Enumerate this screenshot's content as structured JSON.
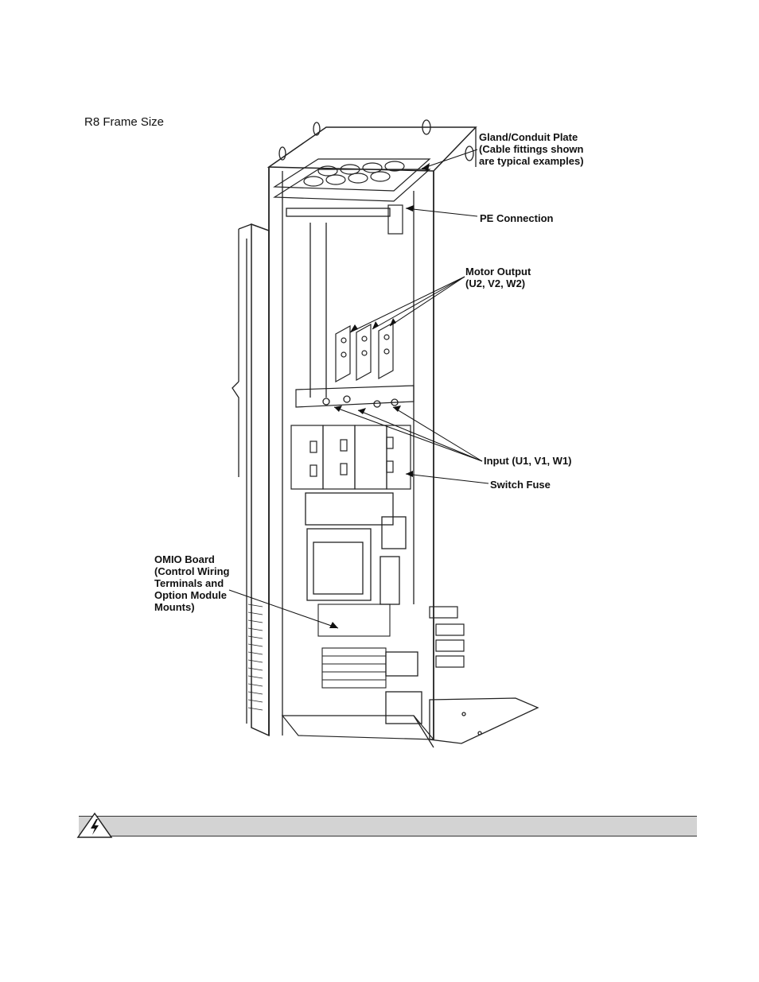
{
  "figure": {
    "title": "R8 Frame Size",
    "callouts": {
      "gland": [
        "Gland/Conduit Plate",
        "(Cable fittings shown",
        "are typical examples)"
      ],
      "pe": [
        "PE Connection"
      ],
      "motor": [
        "Motor Output",
        "(U2, V2, W2)"
      ],
      "input": [
        "Input (U1, V1, W1)"
      ],
      "fuse": [
        "Switch Fuse"
      ],
      "omio": [
        "OMIO Board",
        "(Control Wiring",
        "Terminals and",
        "Option Module",
        "Mounts)"
      ]
    }
  },
  "warning": {
    "icon": "lightning-warning-icon",
    "bar_color": "#d3d3d3"
  }
}
